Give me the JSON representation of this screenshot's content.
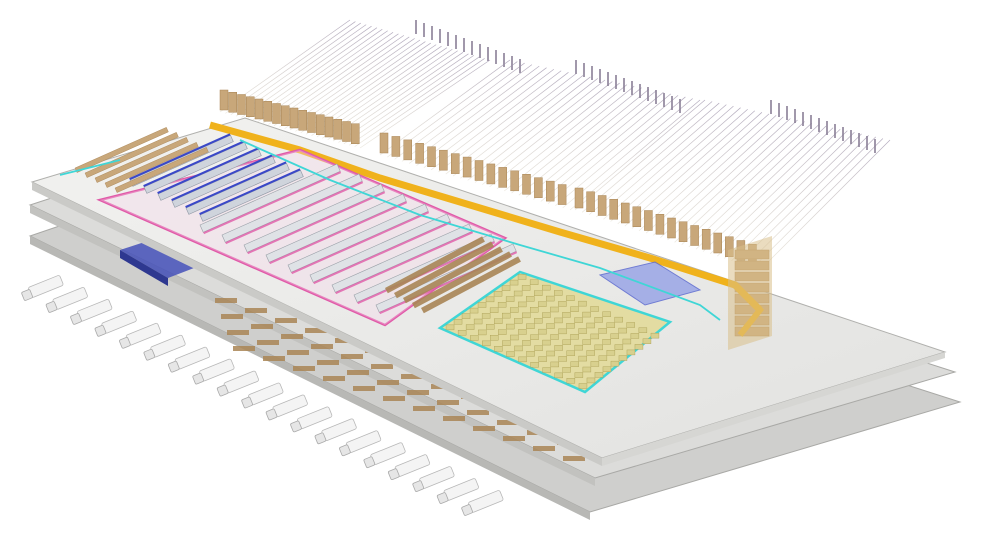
{
  "diagram": {
    "kind": "isometric-warehouse-cutaway",
    "levels": 3,
    "background": "#ffffff",
    "colors": {
      "floor_top": "#ececea",
      "floor_mid": "#dcdcda",
      "floor_low": "#cfcfcd",
      "floor_edge": "#a9a9a6",
      "rack_frame": "#b9b7ad",
      "rack_tops": "#8a7e96",
      "cartons": "#c8a77a",
      "carton_dark": "#a98555",
      "conveyor": "#f0b21c",
      "pallet_field": "#d8d08e",
      "zone_pink": "#e05aa8",
      "zone_cyan": "#3fd6d6",
      "zone_blue": "#3a48c8",
      "zone_green": "#3aa060",
      "machines": "#dfe2e6",
      "trucks": "#f4f4f4",
      "shadow": "#9a9a98"
    },
    "components": [
      "high-bay-rack-block",
      "high-bay-rack-block",
      "high-bay-rack-block",
      "conveyor-loop",
      "pallet-storage-field",
      "picking-zone",
      "sortation-lines",
      "loading-docks",
      "truck-fleet"
    ],
    "rack_blocks": 3,
    "truck_count": 19
  }
}
